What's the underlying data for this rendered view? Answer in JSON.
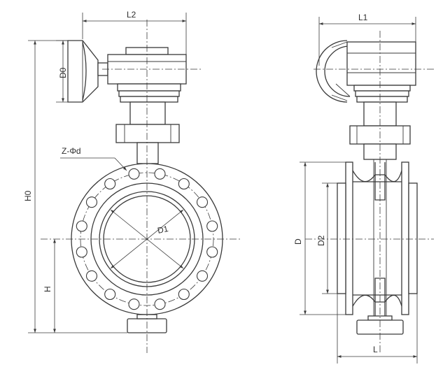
{
  "labels": {
    "l2": "L2",
    "l1": "L1",
    "d0": "D0",
    "h0": "H0",
    "z_phi_d": "Z-Φd",
    "d1": "D1",
    "h": "H",
    "d": "D",
    "d2": "D2",
    "l": "L"
  }
}
